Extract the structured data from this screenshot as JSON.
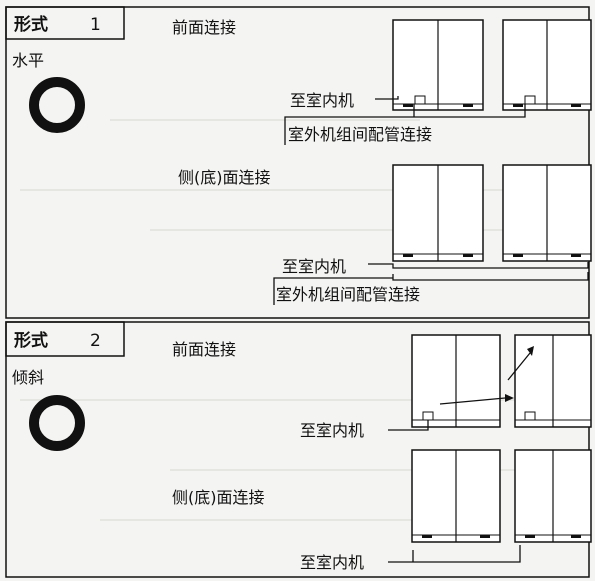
{
  "panels": [
    {
      "form_label": "形式",
      "form_number": "1",
      "orientation": "水平",
      "front_label": "前面连接",
      "to_indoor_label_1": "至室内机",
      "pipe_label_1": "室外机组间配管连接",
      "side_label": "侧(底)面连接",
      "to_indoor_label_2": "至室内机",
      "pipe_label_2": "室外机组间配管连接"
    },
    {
      "form_label": "形式",
      "form_number": "2",
      "orientation": "倾斜",
      "front_label": "前面连接",
      "to_indoor_label_1": "至室内机",
      "side_label": "侧(底)面连接",
      "to_indoor_label_2": "至室内机"
    }
  ],
  "colors": {
    "ink": "#111111",
    "paper": "#f4f4f2",
    "bleed_text": "#c9c9c6"
  }
}
